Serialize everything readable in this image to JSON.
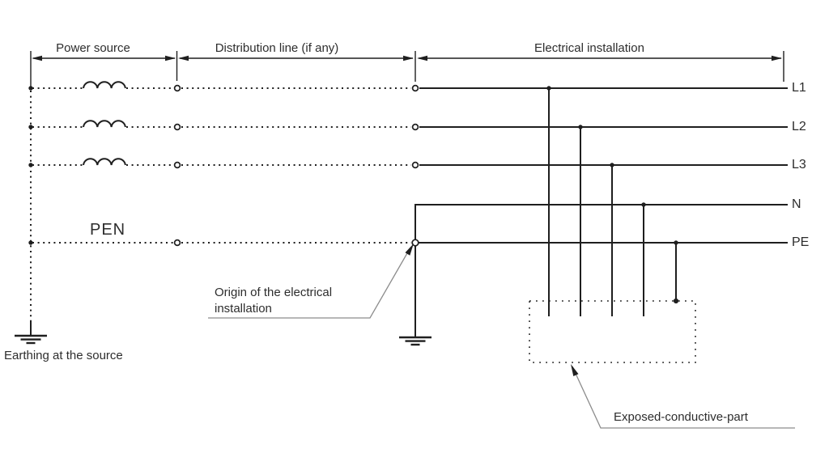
{
  "diagram": {
    "type": "electrical-earthing-system-schematic",
    "sections": [
      {
        "label": "Power source"
      },
      {
        "label": "Distribution line (if any)"
      },
      {
        "label": "Electrical installation"
      }
    ],
    "conductors": [
      {
        "label": "L1"
      },
      {
        "label": "L2"
      },
      {
        "label": "L3"
      },
      {
        "label": "N"
      },
      {
        "label": "PE"
      }
    ],
    "pen_label": "PEN",
    "annotations": {
      "origin_line1": "Origin of the electrical",
      "origin_line2": "installation",
      "earthing_source": "Earthing at the source",
      "exposed_part": "Exposed-conductive-part"
    },
    "symbols": [
      {
        "name": "winding-icon",
        "meaning": "source winding (inductor) on each phase"
      },
      {
        "name": "terminal-circle-icon",
        "meaning": "connection terminal between sections"
      },
      {
        "name": "earth-icon",
        "meaning": "earth / ground electrode"
      },
      {
        "name": "junction-dot-icon",
        "meaning": "conductor junction"
      },
      {
        "name": "dimension-arrow-icon",
        "meaning": "section extent arrow"
      },
      {
        "name": "exposed-part-box",
        "meaning": "exposed-conductive-part outline"
      }
    ],
    "colors": {
      "line": "#1f1f1f",
      "leader": "#8c8c8c",
      "text": "#2d2d2d",
      "background": "#ffffff"
    }
  }
}
